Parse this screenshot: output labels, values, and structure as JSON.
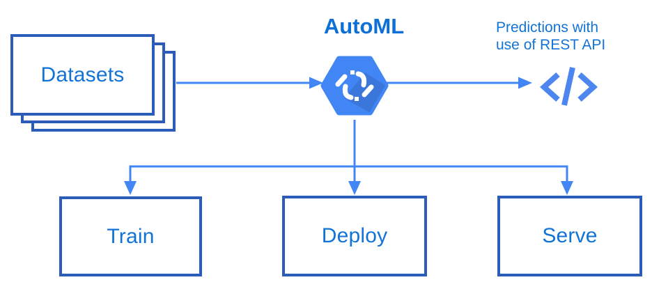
{
  "diagram": {
    "title": "AutoML",
    "colors": {
      "connector_blue": "#4285f4",
      "box_border_blue": "#2a5cb8",
      "label_blue": "#1273d7",
      "title_blue": "#0d70d6",
      "hexagon_blue": "#4285f4",
      "code_icon_blue": "#4c86ee",
      "background": "#ffffff"
    },
    "nodes": {
      "datasets": {
        "label": "Datasets",
        "type": "stacked-box"
      },
      "automl": {
        "label": "AutoML",
        "icon": "automl-hexagon-icon"
      },
      "predictions": {
        "line1": "Predictions with",
        "line2": "use of REST API",
        "icon": "code-icon"
      },
      "train": {
        "label": "Train"
      },
      "deploy": {
        "label": "Deploy"
      },
      "serve": {
        "label": "Serve"
      }
    },
    "edges": [
      "Datasets -> AutoML",
      "AutoML -> Predictions with use of REST API",
      "AutoML -> Train",
      "AutoML -> Deploy",
      "AutoML -> Serve"
    ]
  }
}
